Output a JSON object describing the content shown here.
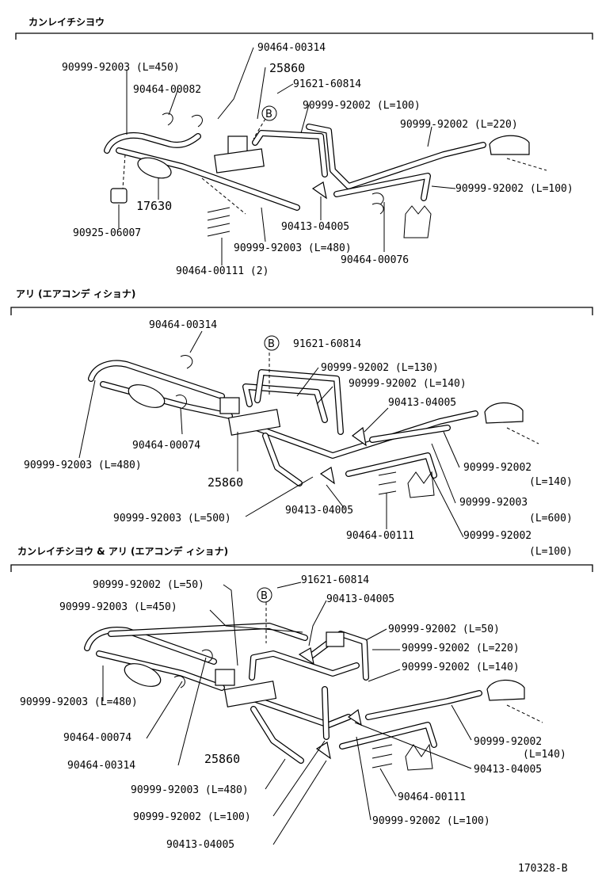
{
  "sections": [
    {
      "title": "カンレイチシヨウ",
      "labels": {
        "a": "90464-00314",
        "b": "90999-92003 (L=450)",
        "c": "25860",
        "d": "90464-00082",
        "e": "91621-60814",
        "f": "90999-92002 (L=100)",
        "g": "90999-92002 (L=220)",
        "h": "90999-92002 (L=100)",
        "i": "17630",
        "j": "90925-06007",
        "k": "90413-04005",
        "l": "90999-92003 (L=480)",
        "m": "90464-00076",
        "n": "90464-00111 (2)"
      },
      "callout": "B"
    },
    {
      "title": "アリ (エアコンデ ィショナ)",
      "labels": {
        "a": "90464-00314",
        "b": "91621-60814",
        "c": "90999-92002 (L=130)",
        "d": "90999-92002 (L=140)",
        "e": "90413-04005",
        "f": "90464-00074",
        "g": "90999-92003 (L=480)",
        "h": "25860",
        "i": "90999-92002",
        "i2": "(L=140)",
        "j": "90999-92003",
        "j2": "(L=600)",
        "k": "90999-92003 (L=500)",
        "l": "90413-04005",
        "m": "90464-00111",
        "n": "90999-92002",
        "n2": "(L=100)"
      },
      "callout": "B"
    },
    {
      "title": "カンレイチシヨウ  &  アリ (エアコンデ ィショナ)",
      "labels": {
        "a": "90999-92002 (L=50)",
        "b": "91621-60814",
        "c": "90999-92003 (L=450)",
        "d": "90413-04005",
        "e": "90999-92002 (L=50)",
        "f": "90999-92002 (L=220)",
        "g": "90999-92002 (L=140)",
        "h": "90999-92003 (L=480)",
        "i": "90464-00074",
        "j": "90999-92002",
        "j2": "(L=140)",
        "k": "90464-00314",
        "l": "25860",
        "m": "90413-04005",
        "n": "90999-92003 (L=480)",
        "o": "90464-00111",
        "p": "90999-92002 (L=100)",
        "q": "90999-92002 (L=100)",
        "r": "90413-04005"
      },
      "callout": "B"
    }
  ],
  "figure_id": "170328-B"
}
